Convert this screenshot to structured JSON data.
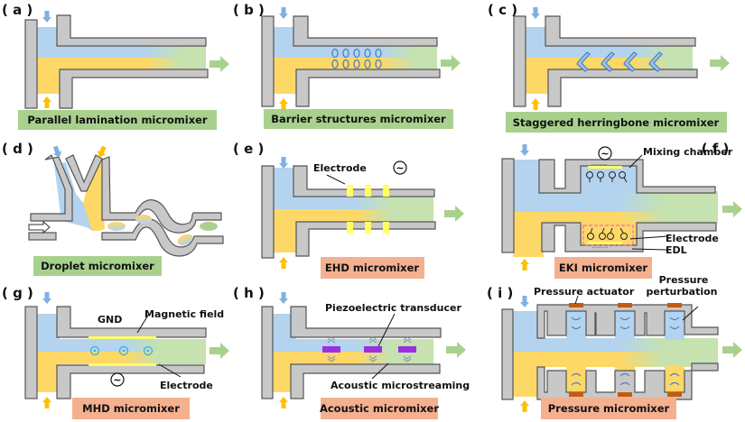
{
  "figure": {
    "colors": {
      "fluid_a": "#b4d3ee",
      "fluid_b": "#fdd867",
      "mixed": "#c6e2b0",
      "wall": "#c8c8c8",
      "wall_stroke": "#555555",
      "passive_caption_bg": "#a9d18e",
      "active_caption_bg": "#f4b08f",
      "electrode": "#ffff66",
      "piezo": "#9b30e0",
      "actuator": "#c55a11",
      "edl_box": "#ff66cc",
      "outlet_arrow": "#a9d18e",
      "inlet_arrow_a": "#7fb1e0",
      "inlet_arrow_b": "#ffc000"
    },
    "panels": [
      {
        "label": "( a )",
        "caption": "Parallel lamination micromixer",
        "type": "passive"
      },
      {
        "label": "( b )",
        "caption": "Barrier structures micromixer",
        "type": "passive"
      },
      {
        "label": "( c )",
        "caption": "Staggered herringbone micromixer",
        "type": "passive"
      },
      {
        "label": "( d )",
        "caption": "Droplet micromixer",
        "type": "passive"
      },
      {
        "label": "( e )",
        "caption": "EHD micromixer",
        "type": "active",
        "annotations": [
          "Electrode",
          "~"
        ]
      },
      {
        "label": "( f )",
        "caption": "EKI micromixer",
        "type": "active",
        "annotations": [
          "Mixing chamber",
          "Electrode",
          "EDL",
          "~"
        ]
      },
      {
        "label": "( g )",
        "caption": "MHD micromixer",
        "type": "active",
        "annotations": [
          "GND",
          "Magnetic field",
          "Electrode",
          "~"
        ]
      },
      {
        "label": "( h )",
        "caption": "Acoustic micromixer",
        "type": "active",
        "annotations": [
          "Piezoelectric transducer",
          "Acoustic microstreaming"
        ]
      },
      {
        "label": "( i )",
        "caption": "Pressure micromixer",
        "type": "active",
        "annotations": [
          "Pressure actuator",
          "Pressure",
          "perturbation"
        ]
      }
    ]
  }
}
